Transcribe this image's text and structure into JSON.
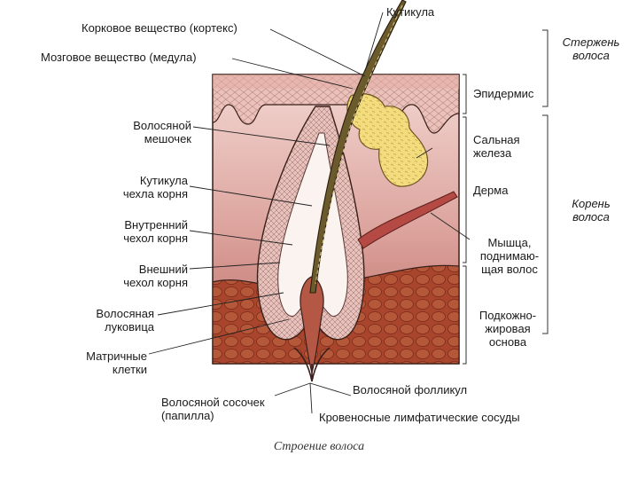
{
  "labels": {
    "cortex": "Корковое вещество (кортекс)",
    "medulla": "Мозговое вещество (медула)",
    "cuticle": "Кутикула",
    "shaft": "Стержень\nволоса",
    "epidermis": "Эпидермис",
    "hair_sac": "Волосяной\nмешочек",
    "sebaceous_gland": "Сальная\nжелеза",
    "root_sheath_cuticle": "Кутикула\nчехла корня",
    "dermis": "Дерма",
    "root": "Корень\nволоса",
    "inner_root_sheath": "Внутренний\nчехол корня",
    "arrector_muscle": "Мышца,\nподнимаю-\nщая волос",
    "outer_root_sheath": "Внешний\nчехол корня",
    "hair_bulb": "Волосяная\nлуковица",
    "subcutaneous": "Подкожно-\nжировая\nоснова",
    "matrix_cells": "Матричные\nклетки",
    "papilla": "Волосяной сосочек\n(папилла)",
    "follicle": "Волосяной фолликул",
    "vessels": "Кровеносные лимфатические сосуды"
  },
  "caption": "Строение волоса",
  "colors": {
    "epidermis": "#e8b8b0",
    "dermis_top": "#f1d2cd",
    "dermis_bottom": "#c57b75",
    "fat": "#a8452c",
    "gland": "#f2dc7e",
    "hair": "#5a4a2a",
    "outline": "#3a1f1a"
  }
}
